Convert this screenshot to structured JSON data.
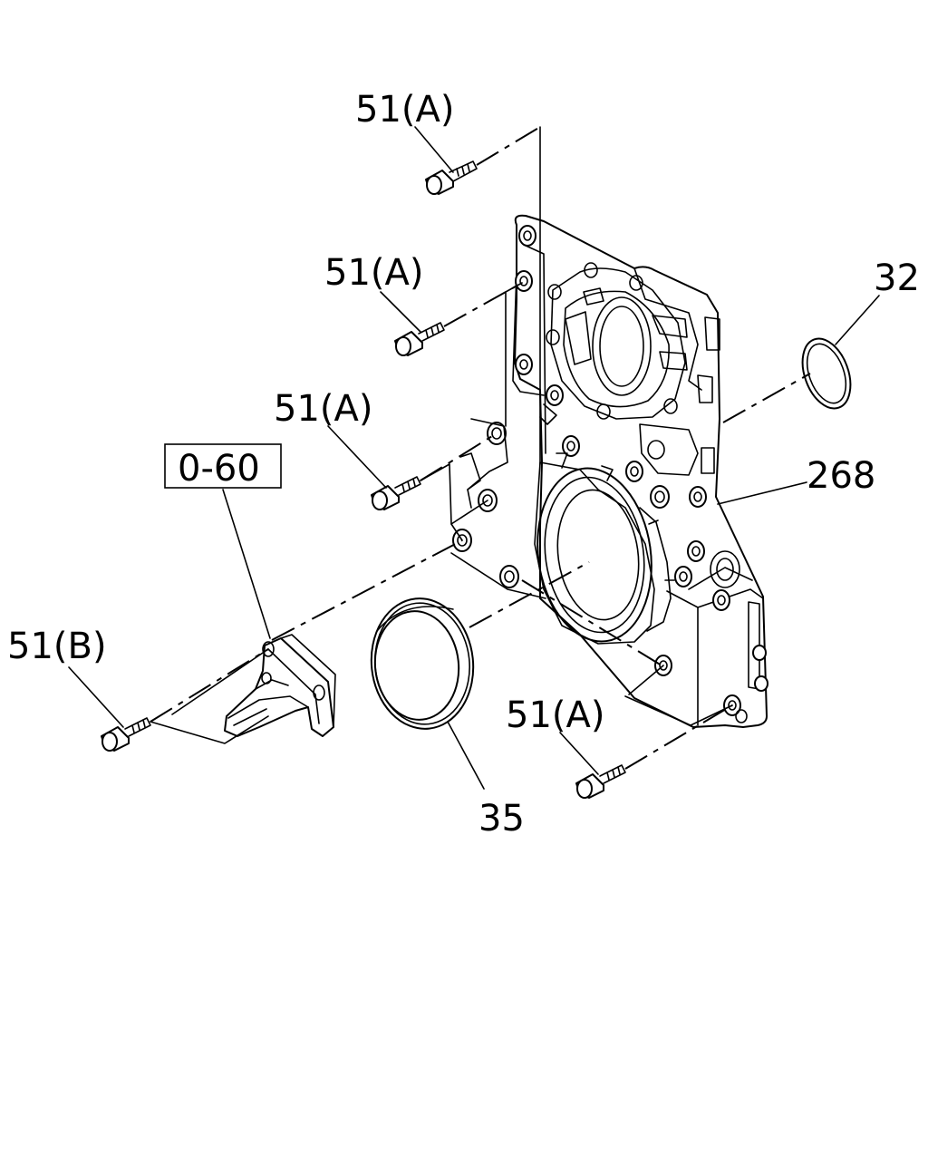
{
  "diagram": {
    "callouts": [
      {
        "id": "bolt-top",
        "text": "51(A)"
      },
      {
        "id": "bolt-upper",
        "text": "51(A)"
      },
      {
        "id": "bolt-middle",
        "text": "51(A)"
      },
      {
        "id": "bolt-lower-right",
        "text": "51(A)"
      },
      {
        "id": "bolt-bracket",
        "text": "51(B)"
      },
      {
        "id": "o-ring",
        "text": "32"
      },
      {
        "id": "cover",
        "text": "268"
      },
      {
        "id": "seal",
        "text": "35"
      }
    ],
    "reference_box": "0-60"
  }
}
